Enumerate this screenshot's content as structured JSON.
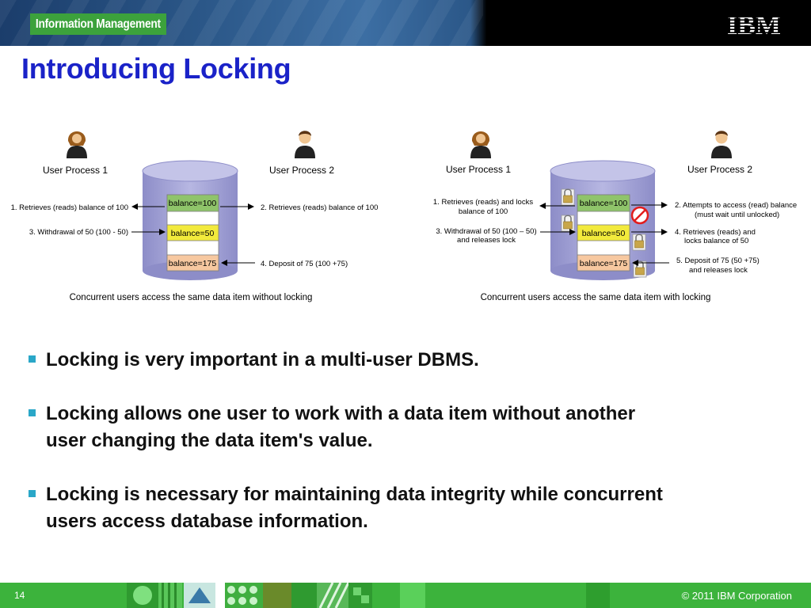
{
  "header": {
    "brand": "Information Management",
    "logo": "IBM"
  },
  "title": "Introducing Locking",
  "diagram_left": {
    "process1": "User Process 1",
    "process2": "User Process 2",
    "cells": [
      "balance=100",
      "balance=50",
      "balance=175"
    ],
    "steps_left": [
      "1. Retrieves (reads) balance of 100",
      "3. Withdrawal of 50 (100 - 50)"
    ],
    "steps_right": [
      "2. Retrieves (reads) balance of 100",
      "4. Deposit of 75 (100 +75)"
    ],
    "caption": "Concurrent users access the same data item without locking"
  },
  "diagram_right": {
    "process1": "User Process 1",
    "process2": "User Process 2",
    "cells": [
      "balance=100",
      "balance=50",
      "balance=175"
    ],
    "step1": [
      "1. Retrieves (reads) and locks",
      "balance of 100"
    ],
    "step3": [
      "3. Withdrawal of 50 (100 – 50)",
      "and releases lock"
    ],
    "step2": [
      "2. Attempts to access (read) balance",
      "(must wait until unlocked)"
    ],
    "step4": [
      "4. Retrieves (reads) and",
      "locks balance of 50"
    ],
    "step5": [
      "5. Deposit of 75 (50 +75)",
      "and releases lock"
    ],
    "caption": "Concurrent users access the same data item with locking"
  },
  "bullets": [
    [
      "Locking is very important in a multi-user DBMS."
    ],
    [
      "Locking allows one user to work with a data item without another",
      "user changing the data item's value."
    ],
    [
      "Locking is necessary for maintaining data integrity while concurrent",
      "users access database information."
    ]
  ],
  "footer": {
    "page": "14",
    "copyright": "© 2011 IBM Corporation"
  },
  "colors": {
    "title": "#1a22c8",
    "cell_green": "#8fc46a",
    "cell_yellow": "#f2ea3c",
    "cell_peach": "#f7c8a0",
    "cylinder": "#a7a7d6",
    "footer": "#3cb33c"
  },
  "icons": [
    "user-female-icon",
    "user-male-icon",
    "padlock-icon",
    "no-entry-icon"
  ]
}
